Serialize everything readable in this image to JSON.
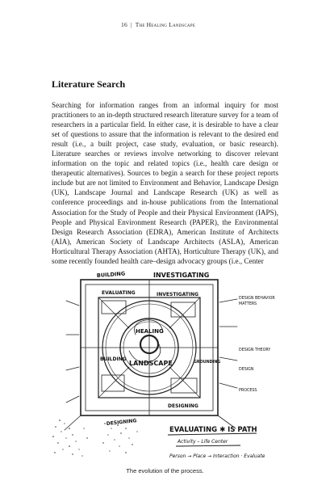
{
  "header": {
    "page_number": "16",
    "separator": "|",
    "book_title": "The Healing Landscape"
  },
  "section": {
    "heading": "Literature Search",
    "paragraph": "Searching for information ranges from an informal inquiry for most practitioners to an in-depth structured research literature survey for a team of researchers in a particular field. In either case, it is desirable to have a clear set of questions to assure that the information is relevant to the desired end result (i.e., a built project, case study, evaluation, or basic research). Literature searches or reviews involve networking to discover relevant information on the topic and related topics (i.e., health care design or therapeutic alternatives). Sources to begin a search for these project reports include but are not limited to Environment and Behavior, Landscape Design (UK), Landscape Journal and Landscape Research (UK) as well as conference proceedings and in-house publications from the International Association for the Study of People and their Physical Environment (IAPS), People and Physical Environment Research (PAPER), the Environmental Design Research Association (EDRA), American Institute of Architects (AIA), American Society of Landscape Architects (ASLA), American Horticultural Therapy Association (AHTA), Horticulture Therapy (UK), and some recently founded health care–design advocacy groups (i.e., Center"
  },
  "sketch": {
    "labels": {
      "investigating_top": "INVESTIGATING",
      "building_top": "BUILDING",
      "evaluating": "EVALUATING",
      "investigating_inner": "INVESTIGATING",
      "healing": "HEALING",
      "landscape": "LANDSCAPE",
      "building_left": "BUILDING",
      "designing_bottom": "DESIGNING",
      "designing_left": "DESIGNING",
      "evaluating_is_path": "EVALUATING ✱ IS PATH",
      "activity_life_center": "Activity – Life Center",
      "person_place_flow": "Person → Place → Interaction · Evaluate",
      "design_theory": "DESIGN THEORY",
      "design": "DESIGN",
      "process": "PROCESS",
      "design_behavior": "DESIGN BEHAVIOR",
      "matters": "MATTERS",
      "grounding": "GROUNDING"
    }
  },
  "figure": {
    "caption": "The evolution of the process."
  }
}
